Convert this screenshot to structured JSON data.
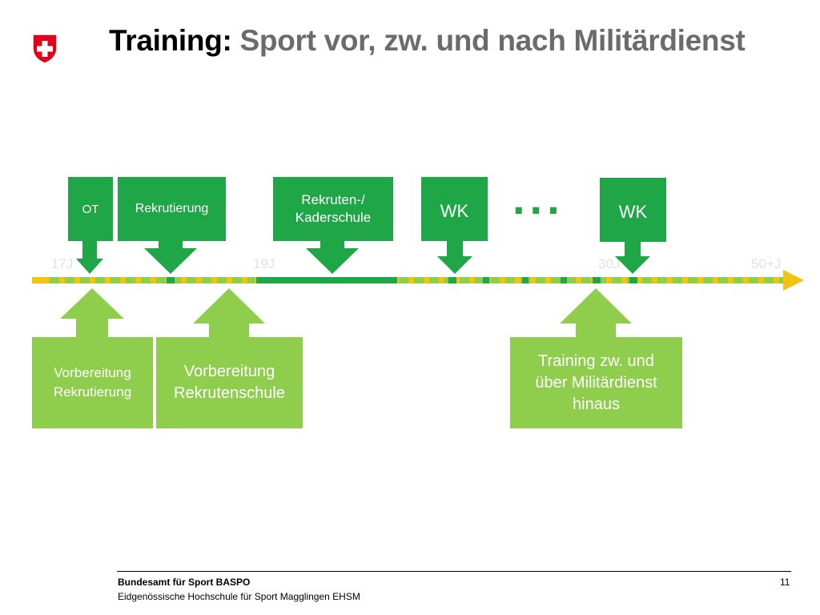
{
  "title": {
    "main": "Training:",
    "sub": "Sport vor, zw. und nach Militärdienst"
  },
  "logo": {
    "icon": "swiss-cross-shield-icon"
  },
  "colors": {
    "dark_green": "#1fa646",
    "light_green": "#8fce4c",
    "timeline_yellow": "#f2c311",
    "age_label": "#e2e2e2",
    "title_grey": "#6b6b6b"
  },
  "top_boxes": [
    {
      "label": "OT"
    },
    {
      "label": "Rekrutierung"
    },
    {
      "label": "Rekruten-/\nKaderschule"
    },
    {
      "label": "WK"
    },
    {
      "label": "WK"
    }
  ],
  "ellipsis": "...",
  "bottom_boxes": [
    {
      "label": "Vorbereitung\nRekrutierung"
    },
    {
      "label": "Vorbereitung\nRekrutenschule"
    },
    {
      "label": "Training zw. und\nüber Militärdienst\nhinaus"
    }
  ],
  "ages": [
    "17J",
    "19J",
    "30J",
    "50+J"
  ],
  "footer": {
    "org": "Bundesamt für Sport BASPO",
    "school": "Eidgenössische Hochschule für Sport Magglingen EHSM",
    "page": "11"
  }
}
